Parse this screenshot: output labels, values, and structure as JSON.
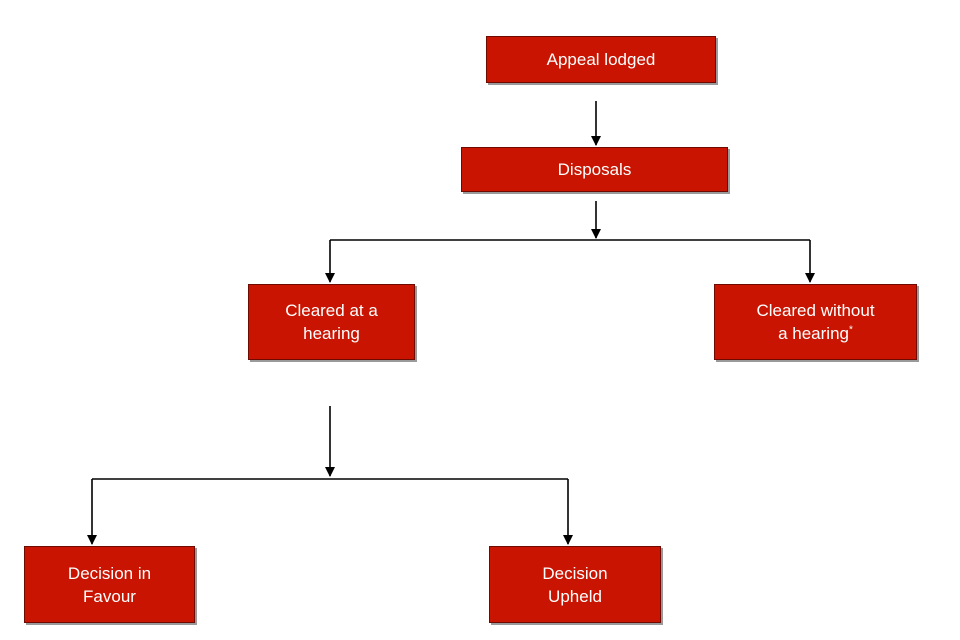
{
  "diagram": {
    "nodes": {
      "appeal_lodged": "Appeal lodged",
      "disposals": "Disposals",
      "cleared_hearing": "Cleared at a\nhearing",
      "cleared_without": "Cleared without\na hearing",
      "cleared_without_mark": "*",
      "decision_favour": "Decision in\nFavour",
      "decision_upheld": "Decision\nUpheld"
    },
    "edges": [
      [
        "appeal_lodged",
        "disposals"
      ],
      [
        "disposals",
        "cleared_hearing"
      ],
      [
        "disposals",
        "cleared_without"
      ],
      [
        "cleared_hearing",
        "decision_favour"
      ],
      [
        "cleared_hearing",
        "decision_upheld"
      ]
    ],
    "colors": {
      "box_fill": "#c81400",
      "box_text": "#ffffff",
      "connector": "#000000"
    }
  }
}
